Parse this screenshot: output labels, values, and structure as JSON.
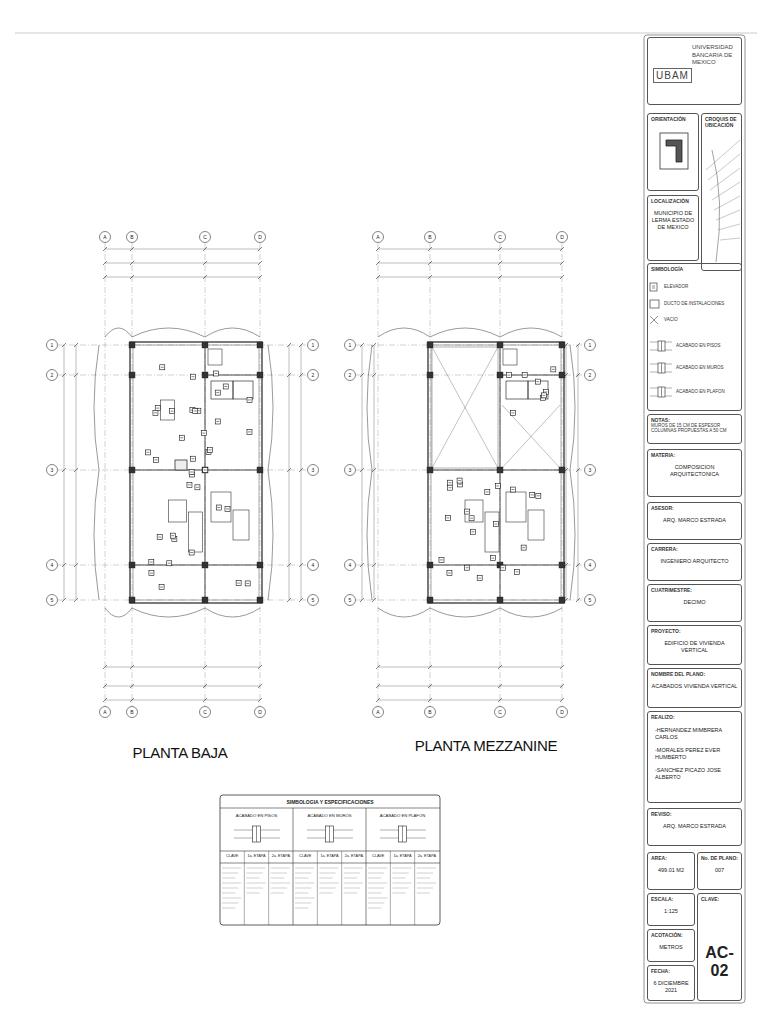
{
  "diagram": {
    "nodes": [
      {
        "text": [
          "UBAM",
          "UNIVERSIDAD BANCARIA DE MEXICO"
        ]
      },
      {
        "text": [
          "ORIENTACIÓN"
        ]
      },
      {
        "text": [
          "CROQUIS DE UBICACIÓN"
        ]
      },
      {
        "text": [
          "LOCALIZACIÓN",
          "MUNICIPIO DE LERMA ESTADO DE MEXICO"
        ]
      },
      {
        "text": [
          "SIMBOLOGÍA"
        ]
      },
      {
        "text": [
          "NOTAS:",
          "MUROS DE 15 CM DE ESPESOR COLUMNAS PROPUESTAS A 50 CM"
        ]
      },
      {
        "text": [
          "MATERIA:",
          "COMPOSICION ARQUITECTONICA"
        ]
      },
      {
        "text": [
          "ASESOR:",
          "ARQ. MARCO ESTRADA"
        ]
      },
      {
        "text": [
          "CARRERA:",
          "INGENIERO ARQUITECTO"
        ]
      },
      {
        "text": [
          "CUATRIMESTRE:",
          "DECIMO"
        ]
      },
      {
        "text": [
          "PROYECTO:",
          "EDIFICIO DE VIVIENDA VERTICAL"
        ]
      },
      {
        "text": [
          "NOMBRE DEL PLANO:",
          "ACABADOS VIVIENDA VERTICAL"
        ]
      },
      {
        "text": [
          "REALIZO:",
          "-HERNANDEZ MIMBRERA CARLOS",
          "-MORALES PEREZ EVER HUMBERTO",
          "-SANCHEZ PICAZO JOSE ALBERTO"
        ]
      },
      {
        "text": [
          "REVISO:",
          "ARQ. MARCO ESTRADA"
        ]
      },
      {
        "text": [
          "AREA:",
          "499.01 M2"
        ]
      },
      {
        "text": [
          "No. DE PLANO:",
          "007"
        ]
      },
      {
        "text": [
          "ESCALA:",
          "1:125"
        ]
      },
      {
        "text": [
          "CLAVE:",
          "AC-02"
        ]
      },
      {
        "text": [
          "ACOTACIÓN:",
          "METROS"
        ]
      },
      {
        "text": [
          "FECHA:",
          "6 DICIEMBRE 2021"
        ]
      }
    ],
    "labels": [
      "PLANTA BAJA",
      "PLANTA MEZZANINE",
      "A",
      "B",
      "C",
      "D",
      "A",
      "B",
      "C",
      "D",
      "1",
      "2",
      "3",
      "4",
      "5",
      "1",
      "2",
      "3",
      "4",
      "5",
      "A",
      "B",
      "C",
      "D",
      "A",
      "B",
      "C",
      "D",
      "1",
      "2",
      "3",
      "4",
      "5",
      "1",
      "2",
      "3",
      "4",
      "5",
      "SIMBOLOGIA Y ESPECIFICACIONES",
      "ACABADO EN PISOS",
      "ACABADO EN MUROS",
      "ACABADO EN PLAFON",
      "CLAVE",
      "1a. ETAPA",
      "2a. ETAPA",
      "CLAVE",
      "1a. ETAPA",
      "2a. ETAPA",
      "CLAVE",
      "1a. ETAPA",
      "2a. ETAPA"
    ],
    "legend": [
      {
        "text": "ELEVADOR"
      },
      {
        "text": "DUCTO DE INSTALACIONES"
      },
      {
        "text": "VACIO"
      },
      {
        "text": "ACABADO EN PISOS"
      },
      {
        "text": "ACABADO EN MUROS"
      },
      {
        "text": "ACABADO EN PLAFON"
      }
    ]
  }
}
